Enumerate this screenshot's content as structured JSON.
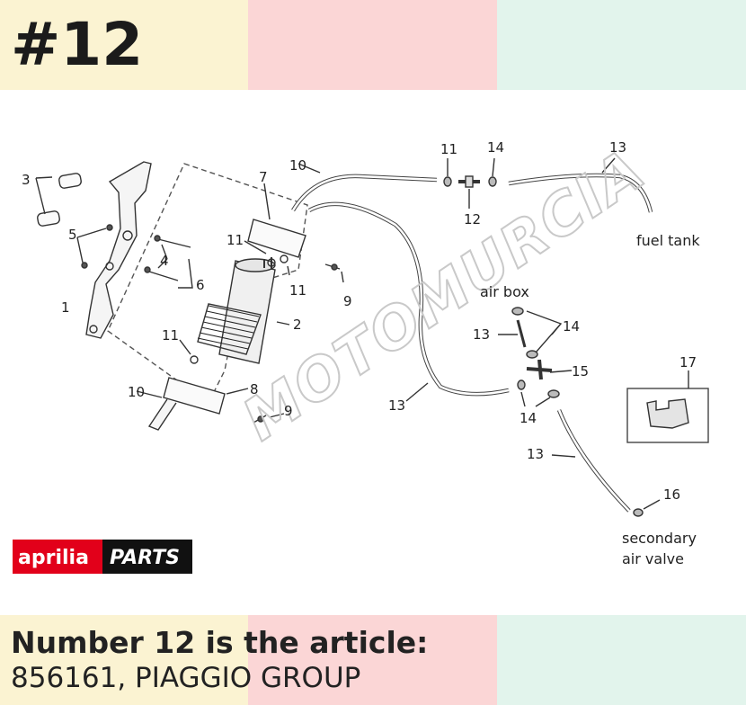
{
  "header": {
    "article_number": "#12"
  },
  "footer": {
    "title": "Number 12 is the article:",
    "subtitle": "856161, PIAGGIO GROUP"
  },
  "diagram": {
    "part_labels": [
      "1",
      "2",
      "3",
      "4",
      "5",
      "6",
      "7",
      "8",
      "9",
      "9",
      "10",
      "10",
      "11",
      "11",
      "11",
      "11",
      "12",
      "13",
      "13",
      "13",
      "13",
      "14",
      "14",
      "14",
      "15",
      "16",
      "17"
    ],
    "labels": {
      "fuel_tank": "fuel tank",
      "air_box": "air box",
      "secondary_1": "secondary",
      "secondary_2": "air valve"
    },
    "watermark": "MOTOMURCIA",
    "brand": {
      "name": "aprilia",
      "suffix": "PARTS",
      "primary_color": "#e2001a"
    }
  },
  "colors": {
    "band_yellow": "#fbf3d2",
    "band_pink": "#fbd6d6",
    "band_green": "#e2f4ec"
  }
}
